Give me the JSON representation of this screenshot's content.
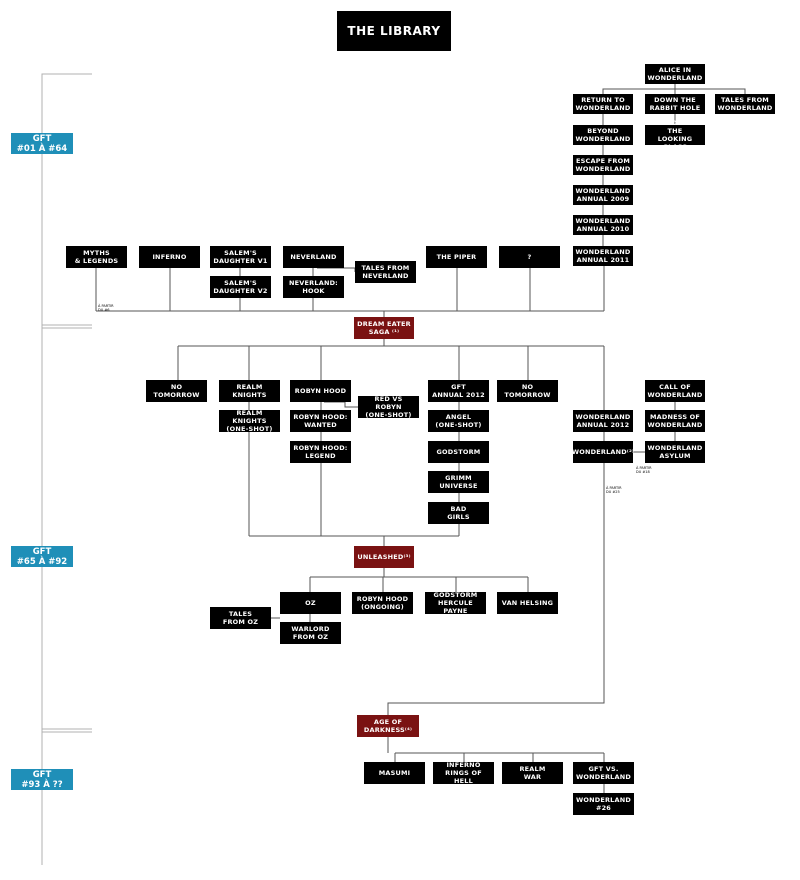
{
  "title": "THE LIBRARY",
  "colors": {
    "node": "#000000",
    "event": "#7a1212",
    "era": "#1f8fb8",
    "line": "#9a9a9a"
  },
  "eras": [
    {
      "id": "e1",
      "label": "GFT\n#01 À #64"
    },
    {
      "id": "e2",
      "label": "GFT\n#65 À #92"
    },
    {
      "id": "e3",
      "label": "GFT\n#93 À ??"
    }
  ],
  "nodes": [
    {
      "id": "alice",
      "label": "ALICE IN\nWONDERLAND"
    },
    {
      "id": "return_wl",
      "label": "RETURN TO\nWONDERLAND"
    },
    {
      "id": "down_rabbit",
      "label": "DOWN THE\nRABBIT HOLE"
    },
    {
      "id": "tales_wl",
      "label": "TALES FROM\nWONDERLAND"
    },
    {
      "id": "beyond_wl",
      "label": "BEYOND\nWONDERLAND"
    },
    {
      "id": "through_glass",
      "label": "THROUGH THE\nLOOKING GLASS"
    },
    {
      "id": "escape_wl",
      "label": "ESCAPE FROM\nWONDERLAND"
    },
    {
      "id": "annual2009",
      "label": "WONDERLAND\nANNUAL 2009"
    },
    {
      "id": "annual2010",
      "label": "WONDERLAND\nANNUAL 2010"
    },
    {
      "id": "annual2011",
      "label": "WONDERLAND\nANNUAL 2011"
    },
    {
      "id": "myths",
      "label": "MYTHS\n& LEGENDS"
    },
    {
      "id": "inferno",
      "label": "INFERNO"
    },
    {
      "id": "salem1",
      "label": "SALEM'S\nDAUGHTER V1"
    },
    {
      "id": "salem2",
      "label": "SALEM'S\nDAUGHTER V2"
    },
    {
      "id": "neverland",
      "label": "NEVERLAND"
    },
    {
      "id": "nv_hook",
      "label": "NEVERLAND:\nHOOK"
    },
    {
      "id": "tales_nv",
      "label": "TALES FROM\nNEVERLAND"
    },
    {
      "id": "piper",
      "label": "THE PIPER"
    },
    {
      "id": "unknown",
      "label": "?"
    },
    {
      "id": "dream_eater",
      "label": "DREAM EATER\nSAGA ⁽¹⁾",
      "red": true
    },
    {
      "id": "no_tomorrow1",
      "label": "NO TOMORROW"
    },
    {
      "id": "realm_knights",
      "label": "REALM KNIGHTS"
    },
    {
      "id": "rk_oneshot",
      "label": "REALM KNIGHTS\n(ONE-SHOT)"
    },
    {
      "id": "robyn",
      "label": "ROBYN HOOD"
    },
    {
      "id": "robyn_wanted",
      "label": "ROBYN HOOD:\nWANTED"
    },
    {
      "id": "robyn_legend",
      "label": "ROBYN HOOD:\nLEGEND"
    },
    {
      "id": "red_vs_robyn",
      "label": "RED VS ROBYN\n(ONE-SHOT)"
    },
    {
      "id": "gft_annual",
      "label": "GFT\nANNUAL 2012"
    },
    {
      "id": "angel",
      "label": "ANGEL\n(ONE-SHOT)"
    },
    {
      "id": "godstorm",
      "label": "GODSTORM"
    },
    {
      "id": "grimm_universe",
      "label": "GRIMM\nUNIVERSE"
    },
    {
      "id": "bad_girls",
      "label": "BAD\nGIRLS"
    },
    {
      "id": "no_tomorrow2",
      "label": "NO TOMORROW"
    },
    {
      "id": "wl_annual2012",
      "label": "WONDERLAND\nANNUAL 2012"
    },
    {
      "id": "wonderland",
      "label": "WONDERLAND⁽²⁾"
    },
    {
      "id": "call_wl",
      "label": "CALL OF\nWONDERLAND"
    },
    {
      "id": "madness_wl",
      "label": "MADNESS OF\nWONDERLAND"
    },
    {
      "id": "wl_asylum",
      "label": "WONDERLAND\nASYLUM"
    },
    {
      "id": "unleashed",
      "label": "UNLEASHED⁽³⁾",
      "red": true
    },
    {
      "id": "oz",
      "label": "OZ"
    },
    {
      "id": "tales_oz",
      "label": "TALES\nFROM OZ"
    },
    {
      "id": "warlord_oz",
      "label": "WARLORD\nFROM OZ"
    },
    {
      "id": "robyn_ongoing",
      "label": "ROBYN HOOD\n(ONGOING)"
    },
    {
      "id": "godstorm_hp",
      "label": "GODSTORM\nHERCULE PAYNE"
    },
    {
      "id": "van_helsing",
      "label": "VAN HELSING"
    },
    {
      "id": "age_darkness",
      "label": "AGE OF\nDARKNESS⁽⁴⁾",
      "red": true
    },
    {
      "id": "masumi",
      "label": "MASUMI"
    },
    {
      "id": "inferno_rings",
      "label": "INFERNO\nRINGS OF HELL"
    },
    {
      "id": "realm_war",
      "label": "REALM\nWAR"
    },
    {
      "id": "gft_vs_wl",
      "label": "GFT VS.\nWONDERLAND"
    },
    {
      "id": "wl_26",
      "label": "WONDERLAND\n#26"
    }
  ],
  "notes": [
    {
      "id": "n1",
      "label": "À PARTIR\nDU #6"
    },
    {
      "id": "n2",
      "label": "À PARTIR\nDU #18"
    },
    {
      "id": "n3",
      "label": "À PARTIR\nDU #25"
    }
  ]
}
